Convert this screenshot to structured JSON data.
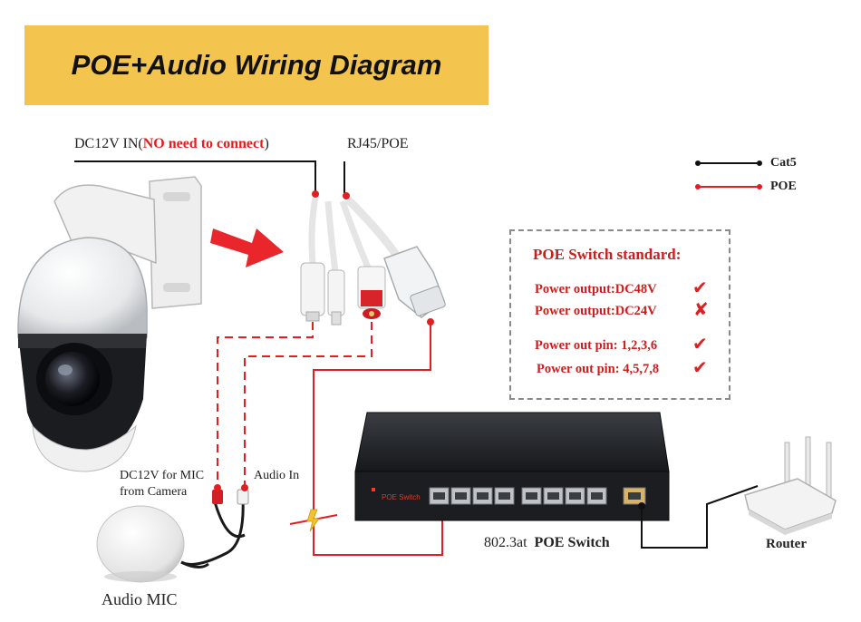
{
  "title": "POE+Audio Wiring Diagram",
  "labels": {
    "dc12v_prefix": "DC12V IN(",
    "dc12v_red": "NO need to connect",
    "dc12v_suffix": ")",
    "rj45": "RJ45/POE",
    "mic_power_line1": "DC12V for MIC",
    "mic_power_line2": "from Camera",
    "audio_in": "Audio In",
    "audio_mic": "Audio MIC",
    "switch_std": "802.3at",
    "switch_name": "POE Switch",
    "switch_panel_label": "POE Switch",
    "router": "Router"
  },
  "legend": [
    {
      "label": "Cat5",
      "color": "#111111"
    },
    {
      "label": "POE",
      "color": "#e02020"
    }
  ],
  "standard": {
    "title": "POE Switch standard:",
    "rows": [
      {
        "text": "Power output:DC48V",
        "mark": "✔"
      },
      {
        "text": "Power output:DC24V",
        "mark": "✘"
      },
      {
        "text": "Power out pin: 1,2,3,6",
        "mark": "✔"
      },
      {
        "text": "Power out pin: 4,5,7,8",
        "mark": "✔"
      }
    ]
  },
  "colors": {
    "banner": "#f3c54e",
    "poe": "#e02020",
    "cat5": "#111111",
    "accent_red": "#c8201e"
  },
  "icons": [
    "ptz-camera-icon",
    "arrow-right-icon",
    "cable-connectors-icon",
    "microphone-icon",
    "poe-switch-icon",
    "router-icon",
    "lightning-icon"
  ]
}
